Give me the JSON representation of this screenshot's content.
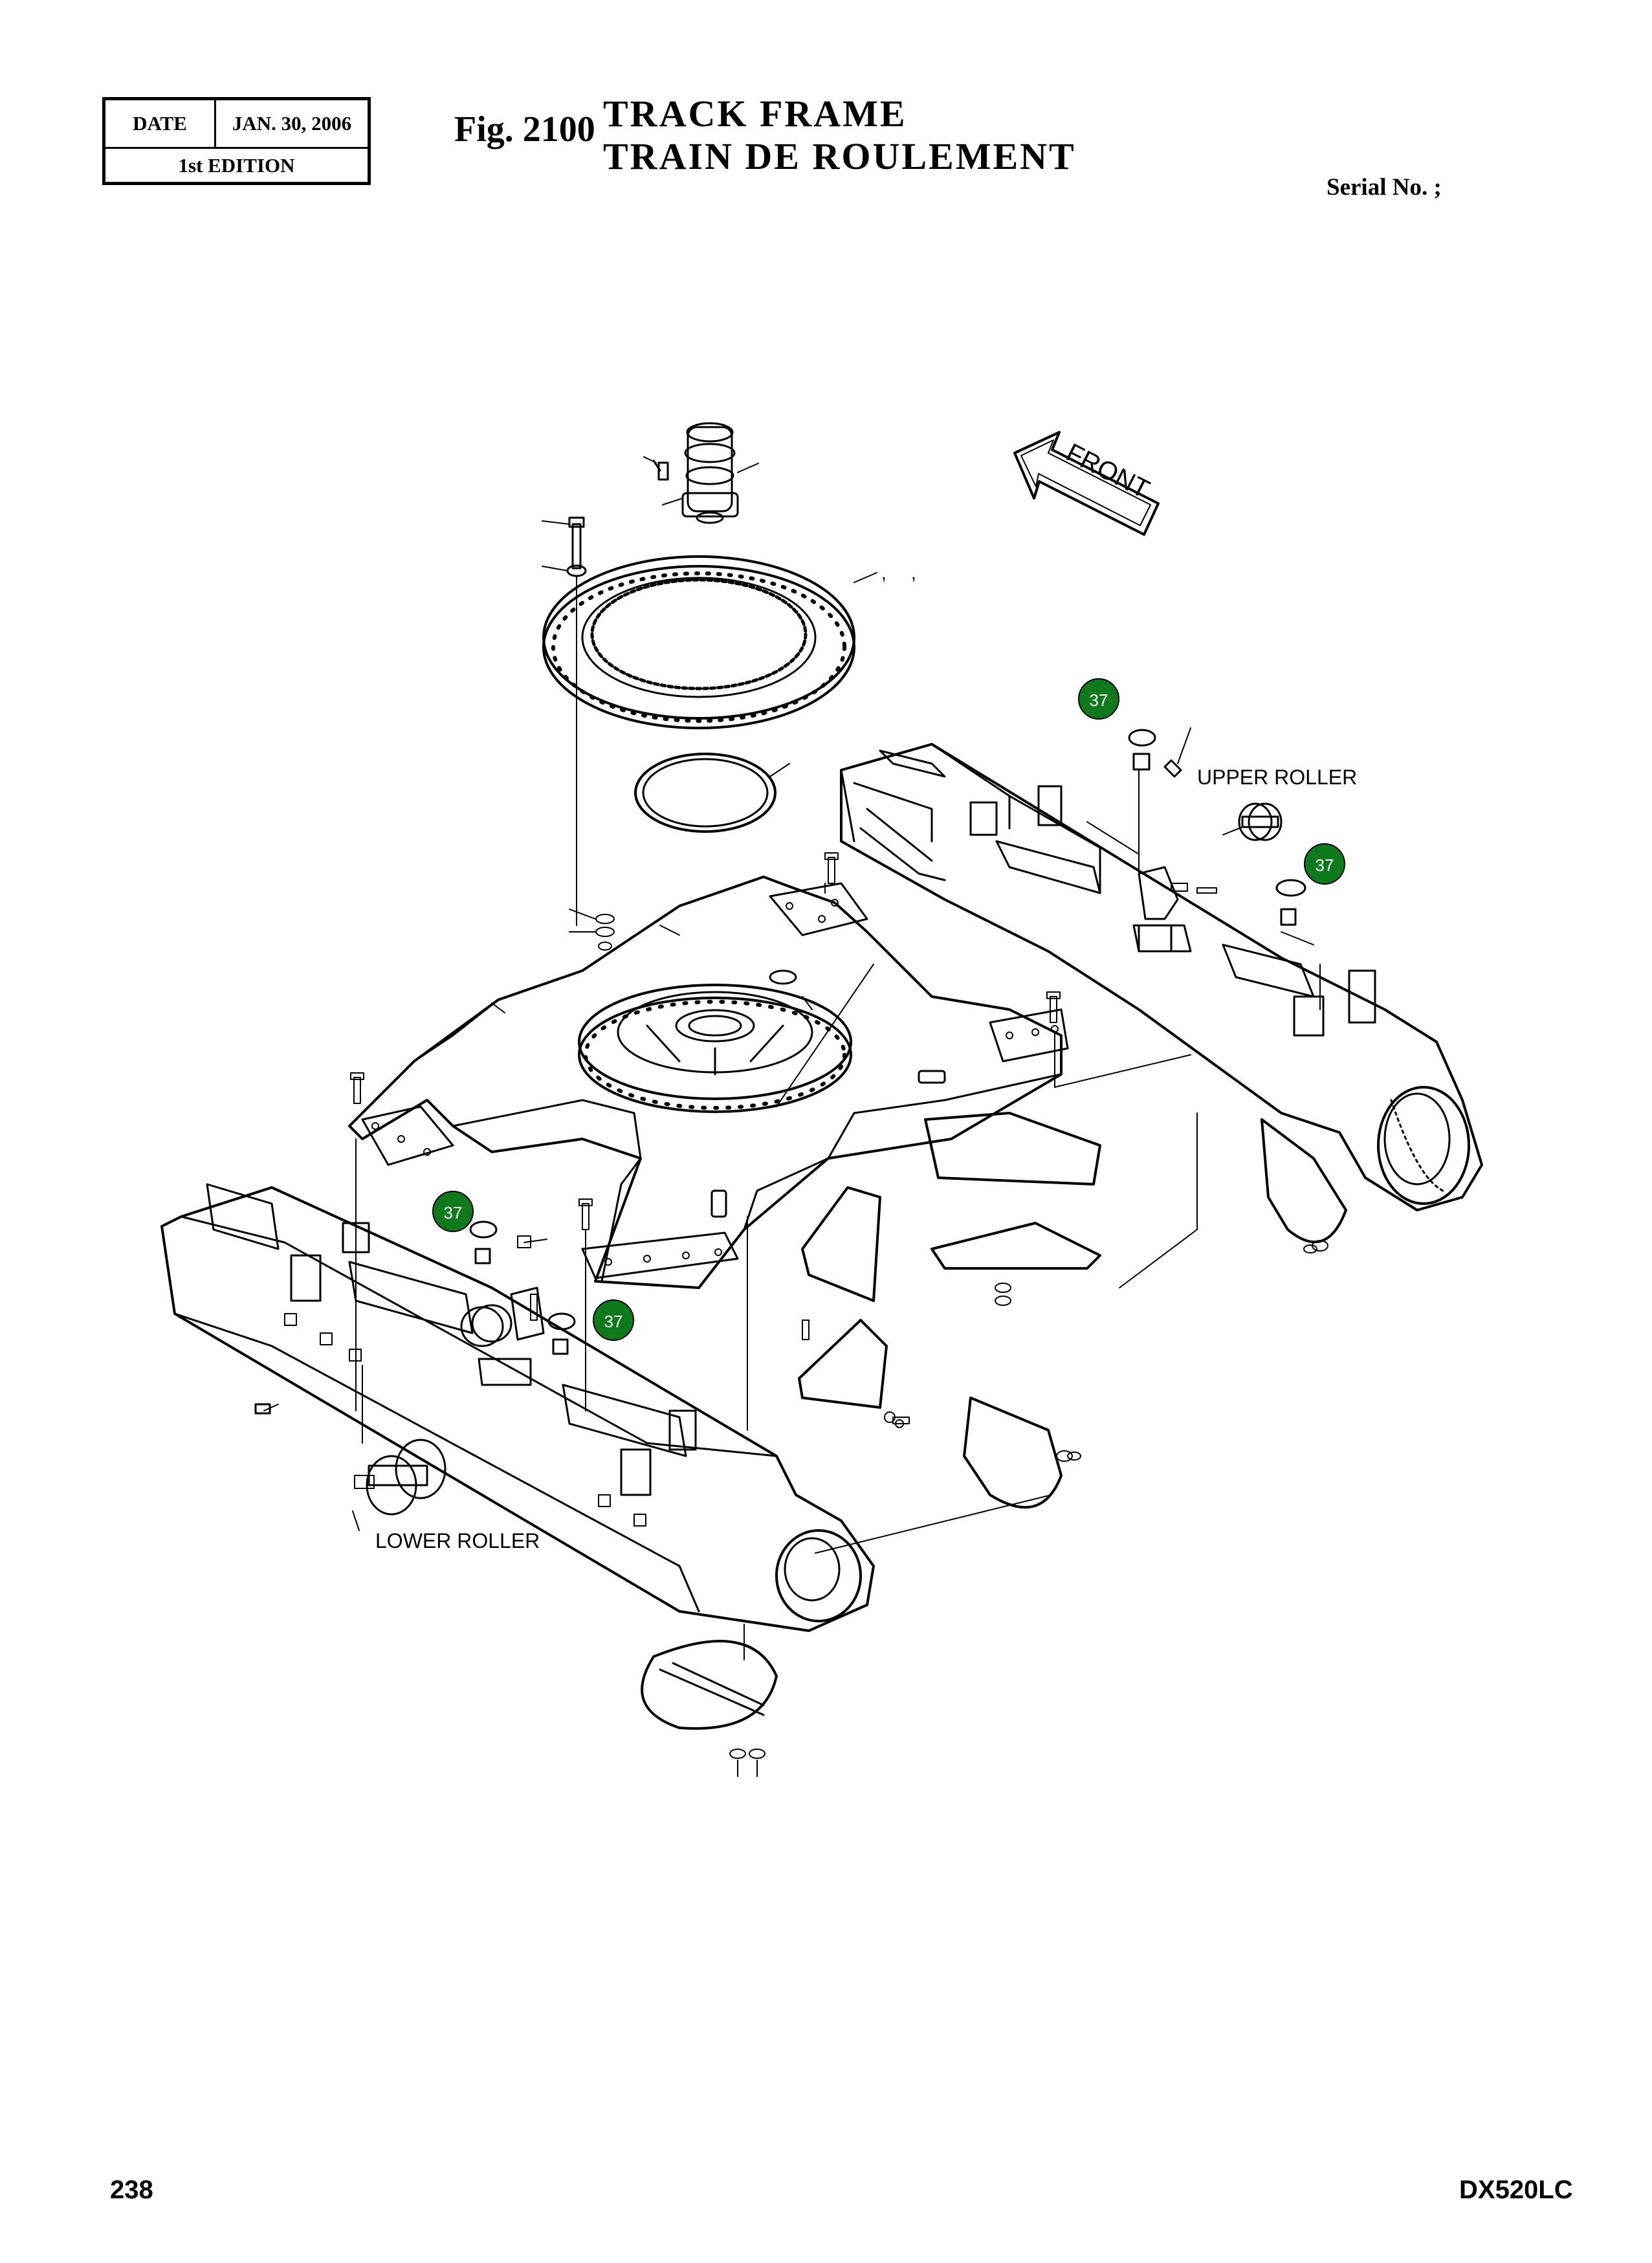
{
  "header": {
    "date_label": "DATE",
    "date_value": "JAN. 30, 2006",
    "edition": "1st EDITION",
    "figure_number": "Fig. 2100",
    "title_en": "TRACK FRAME",
    "title_fr": "TRAIN DE ROULEMENT",
    "serial": "Serial No. ;"
  },
  "diagram": {
    "direction_label": "FRONT",
    "label_upper_roller": "UPPER ROLLER",
    "label_lower_roller": "LOWER ROLLER",
    "callout_number": "37",
    "stray_commas": [
      ",",
      ","
    ]
  },
  "colors": {
    "callout_fill": "#0f7a1c",
    "ink": "#000000"
  },
  "footer": {
    "page_number": "238",
    "model": "DX520LC"
  }
}
